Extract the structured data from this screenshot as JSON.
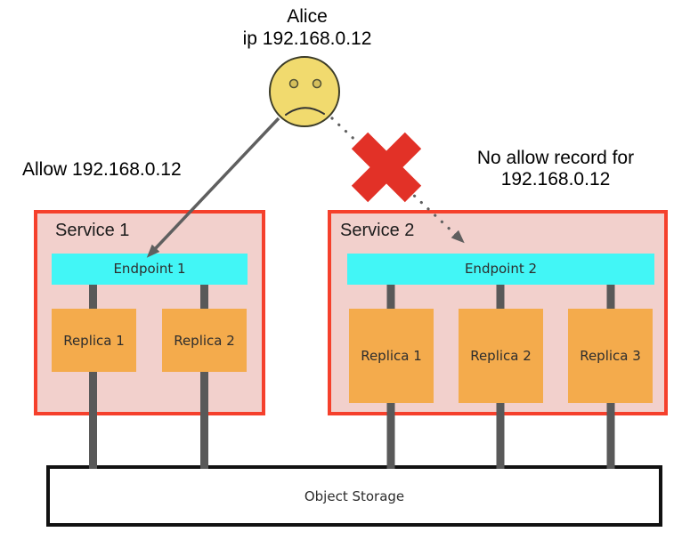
{
  "user": {
    "name": "Alice",
    "ip": "ip 192.168.0.12"
  },
  "annotations": {
    "allow": "Allow 192.168.0.12",
    "deny_line1": "No allow record for",
    "deny_line2": "192.168.0.12"
  },
  "services": [
    {
      "name": "Service 1",
      "endpoint": "Endpoint 1",
      "replicas": [
        "Replica 1",
        "Replica 2"
      ]
    },
    {
      "name": "Service 2",
      "endpoint": "Endpoint 2",
      "replicas": [
        "Replica 1",
        "Replica 2",
        "Replica 3"
      ]
    }
  ],
  "storage": {
    "label": "Object Storage"
  },
  "icons": {
    "user": "sad-face-icon",
    "blocked": "x-mark-icon",
    "allowed_link": "solid-arrow",
    "blocked_link": "dotted-arrow"
  },
  "colors": {
    "service_fill": "#f2d0cc",
    "service_border": "#f5402c",
    "endpoint_fill": "#42f6f6",
    "replica_fill": "#f4ab4c",
    "storage_fill": "#ffffff",
    "storage_border": "#111111",
    "connector": "#595959",
    "arrow": "#5f5f5f",
    "x_mark": "#e23127",
    "face_fill": "#f1da6e",
    "face_stroke": "#3c3c28",
    "eye_fill": "#d6c05c",
    "eye_stroke": "#4e4e33",
    "mouth": "#333333"
  }
}
